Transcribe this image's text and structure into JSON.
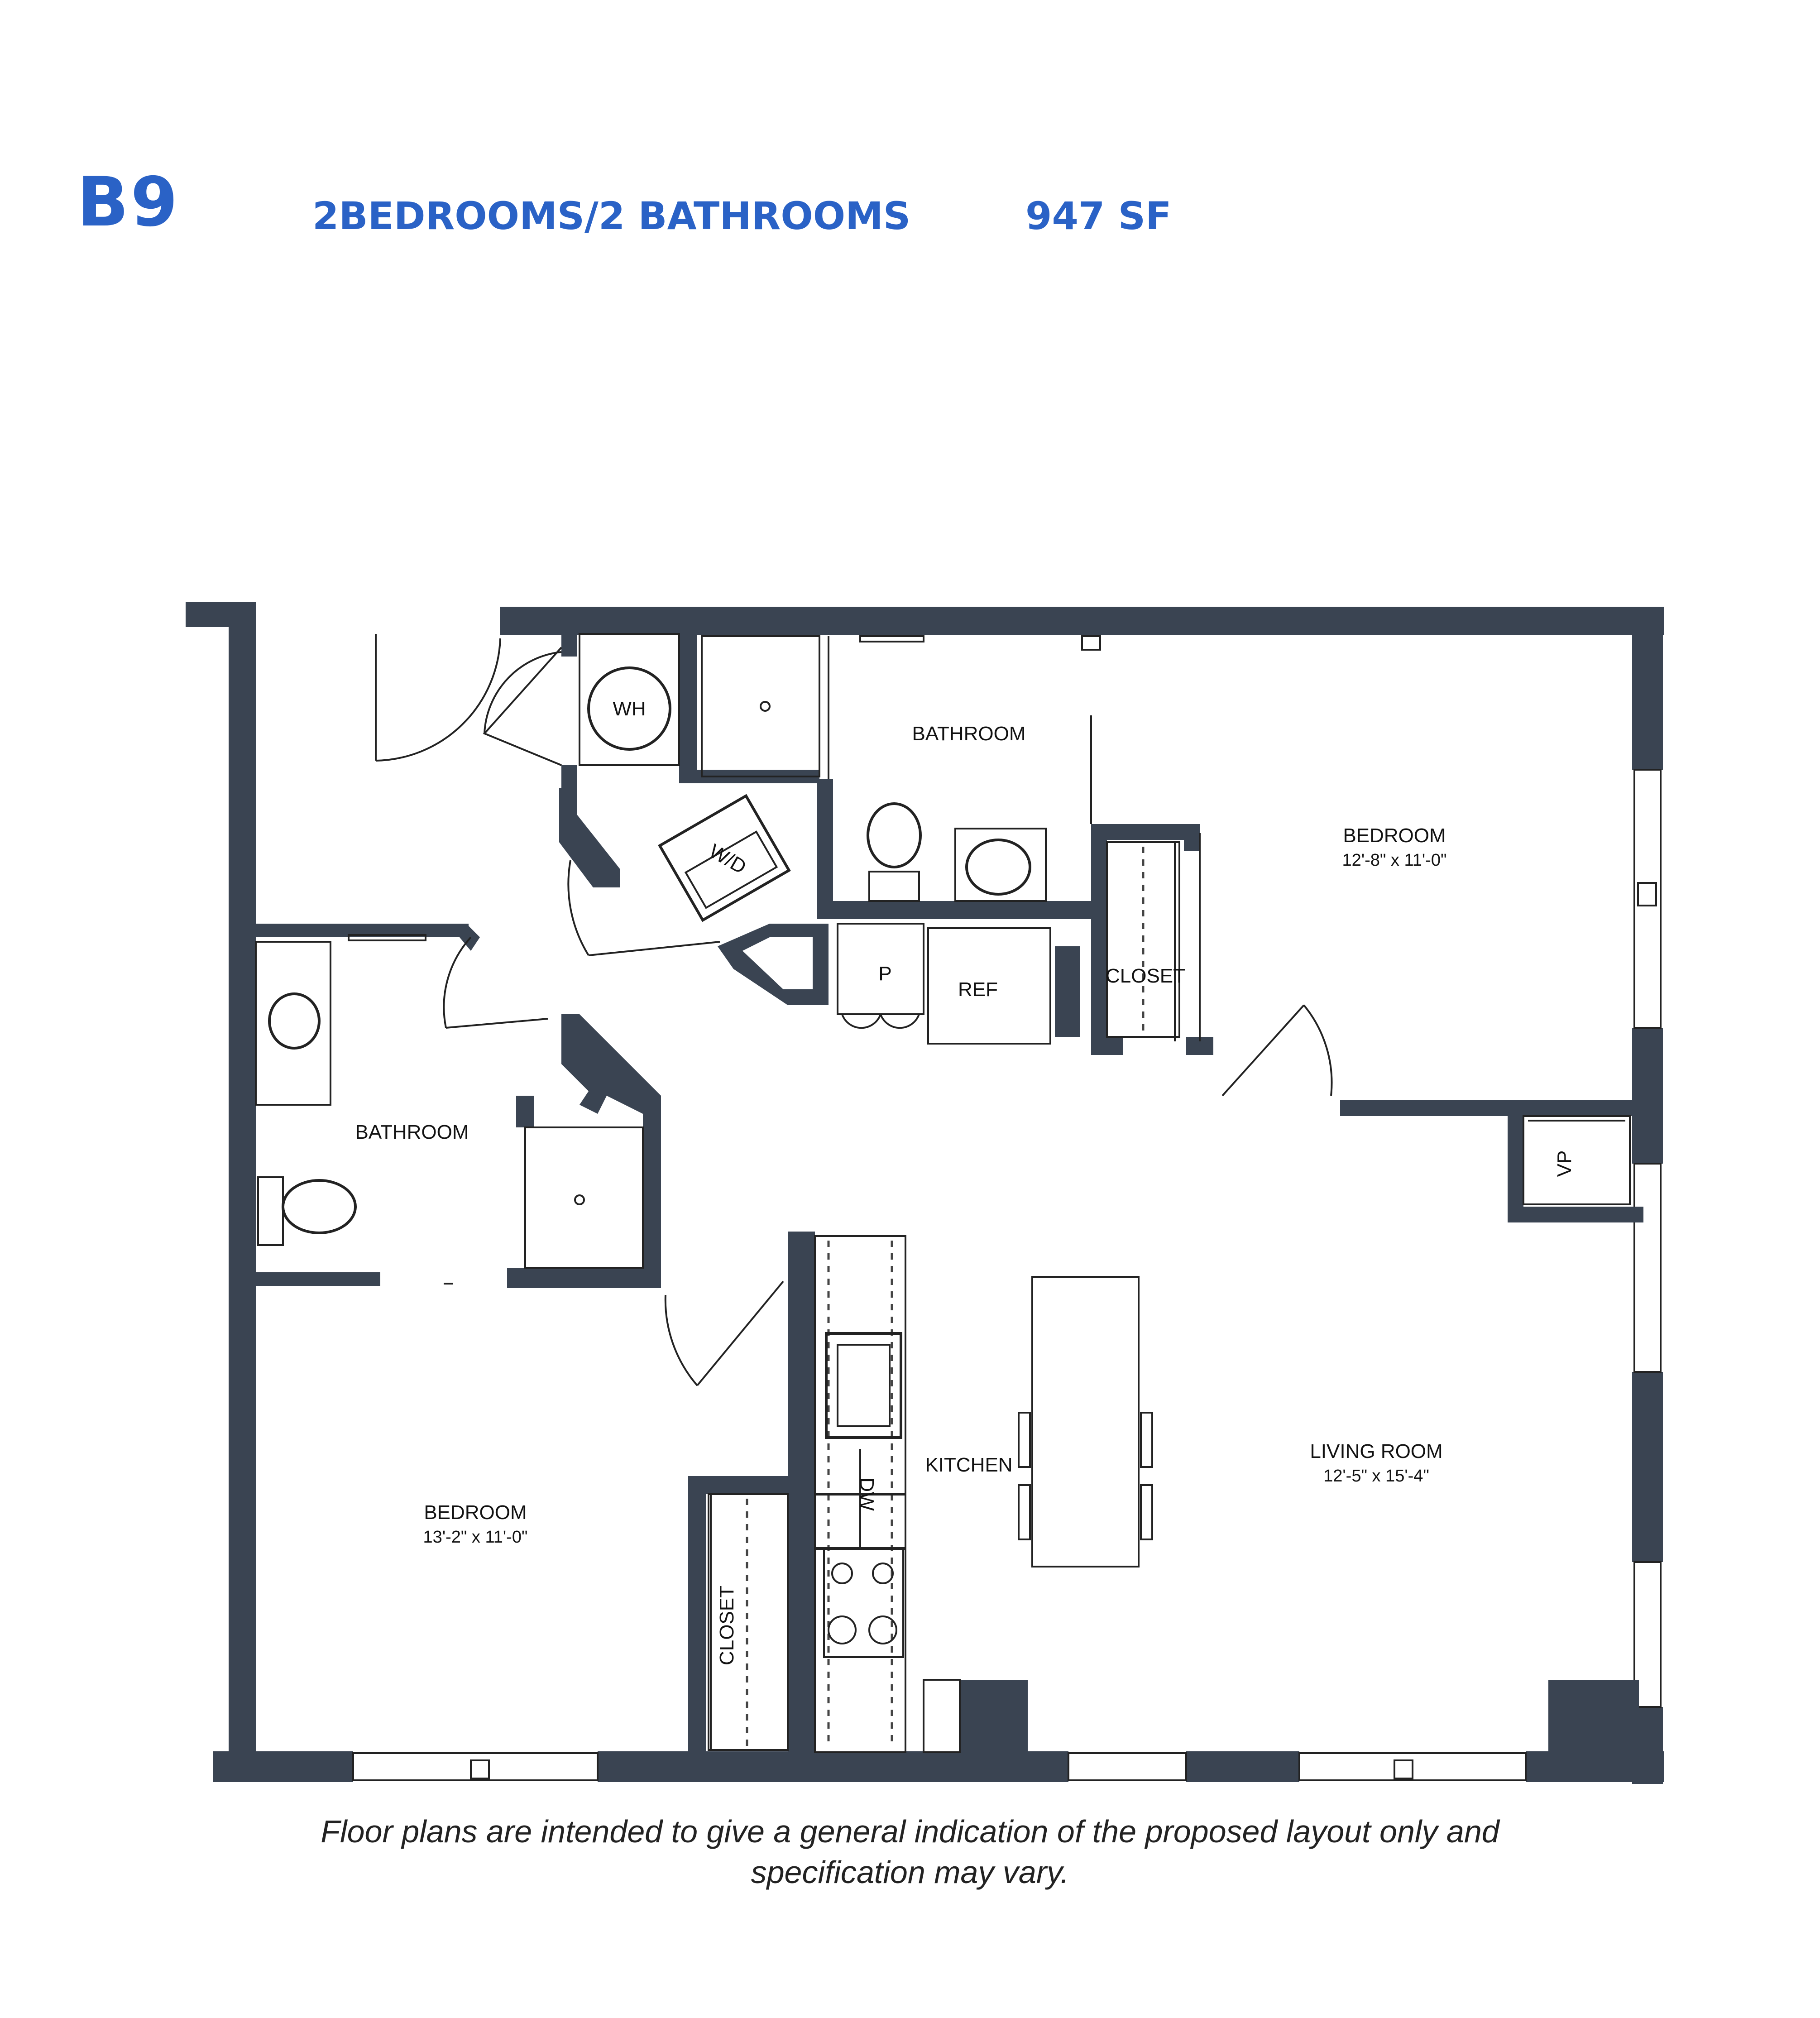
{
  "header": {
    "unit_code": "B9",
    "unit_type": "2BEDROOMS/2 BATHROOMS",
    "area": "947 SF"
  },
  "rooms": {
    "bathroom_top": "BATHROOM",
    "bedroom_right": "BEDROOM",
    "bedroom_right_dims": "12'-8\" x 11'-0\"",
    "closet_right": "CLOSET",
    "bathroom_left": "BATHROOM",
    "bedroom_left": "BEDROOM",
    "bedroom_left_dims": "13'-2\" x 11'-0\"",
    "closet_left": "CLOSET",
    "kitchen": "KITCHEN",
    "living_room": "LIVING ROOM",
    "living_room_dims": "12'-5\" x 15'-4\""
  },
  "fixtures": {
    "water_heater": "WH",
    "washer_dryer": "W/D",
    "pantry": "P",
    "refrigerator": "REF",
    "dishwasher": "DW",
    "vp": "VP"
  },
  "disclaimer": {
    "line1": "Floor plans are intended to give a general indication of the proposed layout only and",
    "line2": "specification may vary."
  },
  "colors": {
    "header_blue": "#2a62c6",
    "wall": "#3a4452"
  }
}
